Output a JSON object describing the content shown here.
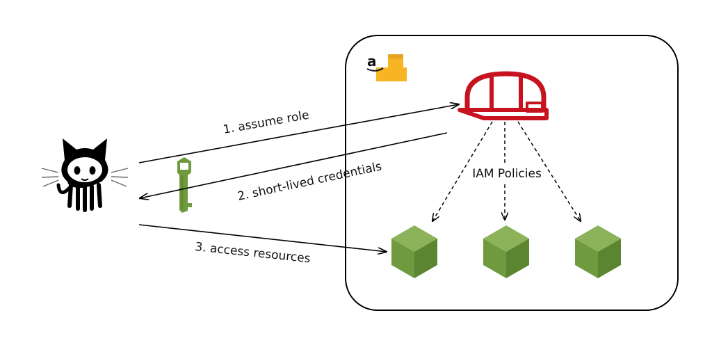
{
  "labels": {
    "assume_role": "1. assume role",
    "credentials": "2. short-lived credentials",
    "access": "3. access resources",
    "policies": "IAM Policies"
  },
  "icons": {
    "github": "github-octocat-icon",
    "aws": "aws-logo-icon",
    "role": "iam-role-hardhat-icon",
    "key": "credentials-key-icon",
    "resource": "aws-resource-cube-icon"
  },
  "colors": {
    "cube_top": "#8CB35A",
    "cube_left": "#6F9A3E",
    "cube_right": "#5B8531",
    "hardhat": "#C7131F",
    "key": "#6F9A3E",
    "aws_cube": "#F7B423"
  }
}
